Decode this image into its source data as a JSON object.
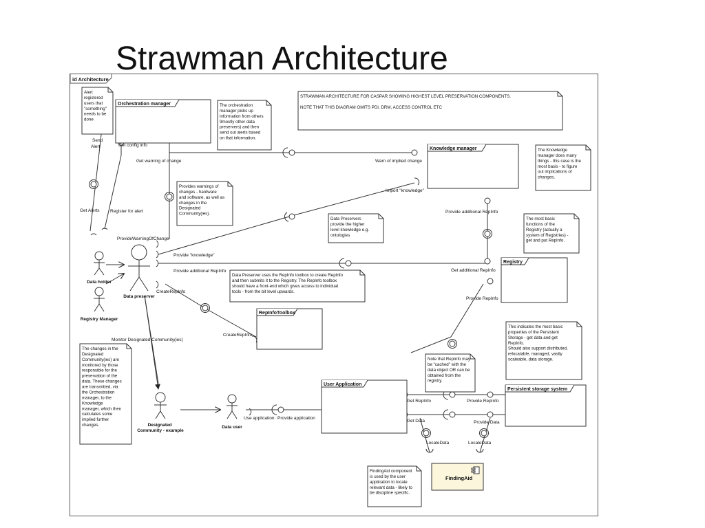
{
  "slide": {
    "title": "Strawman Architecture"
  },
  "frame": {
    "label": "id Architecture"
  },
  "components": {
    "orchestration_manager": "Orchestration manager",
    "knowledge_manager": "Knowledge manager",
    "registry": "Registry",
    "repinfo_toolbox": "RepInfoToolbox",
    "user_application": "User Application",
    "persistent_storage": "Persistent storage system",
    "finding_aid": "FindingAid"
  },
  "actors": {
    "data_holder": "Data holder",
    "registry_manager": "Registry Manager",
    "data_preserver": "Data preserver",
    "designated_community": [
      "Designated",
      "Community - example"
    ],
    "data_user": "Data user"
  },
  "interfaces": {
    "send_alert": [
      "Send",
      "Alert"
    ],
    "get_config_info": "Get config info",
    "get_warning_of_change": "Get warning of change",
    "warn_of_implied_change": "Warn of implied change",
    "import_knowledge": "Import \"knowledge\"",
    "get_alerts": "Get Alerts",
    "register_for_alert": "Register for alert",
    "provide_warning_of_change": "ProvideWarningOfChange",
    "provide_knowledge": "Provide \"knowledge\"",
    "provide_additional_repinfo_left": "Provide additional RepInfo",
    "provide_additional_repinfo_km": "Provide additional RepInfo",
    "get_additional_repinfo": "Get additional RepInfo",
    "create_repinfo_preserver": "CreateRepInfo",
    "create_repinfo_toolbox": "CreateRepInfo",
    "provide_repinfo_registry": "Provide RepInfo",
    "monitor_designated_community": "Monitor Designated Community(ies)",
    "use_application": "Use application",
    "provide_application": "Provide application",
    "get_repinfo": "Get RepInfo",
    "provide_repinfo_storage": "Provide RepInfo",
    "get_data": "Get Data",
    "provide_data": "Provide Data",
    "locate_data_left": "LocateData",
    "locate_data_right": "LocateData"
  },
  "notes": {
    "alert": [
      "Alert",
      "registered",
      "users that",
      "\"something\"",
      "needs to be",
      "done"
    ],
    "orchestration": [
      "The orchestration",
      "manager picks up",
      "information from others",
      "9mostly other data",
      "preservers) and then",
      "send out alerts based",
      "on that information."
    ],
    "strawman": [
      "STRAWMAN ARCHITECTURE FOR CASPAR SHOWING HIGHEST LEVEL PRESERVATION COMPONENTS.",
      "",
      "NOTE THAT THIS DIAGRAM OMITS PDI, DRM, ACCESS CONTROL ETC"
    ],
    "knowledge": [
      "The Knowledge",
      "manager does many",
      "things - this case is the",
      "most basis - to figure",
      "out implications of",
      "changes."
    ],
    "warnings": [
      "Provides warnings of",
      "changes - hardware",
      "and software, as well as",
      "changes in the",
      "Designated",
      "Community(ies)."
    ],
    "preservers": [
      "Data Preservers",
      "provide the higher",
      "level knowledge e.g.",
      "ontologies"
    ],
    "registry": [
      "The most basic",
      "functions of the",
      "Registry (actually a",
      "system of Registries) -",
      "get and put RepInfo."
    ],
    "toolbox": [
      "Data Preserver uses the RepInfo toolbox to create RepInfo",
      "and then submits it to the Registry. The RepInfo toolbox",
      "should have a front-end which gives access to individual",
      "tools - from the bit level upwards."
    ],
    "storage": [
      "This indicates the most basic",
      "properties of the Persistent",
      "Storage - get data and get",
      "RepInfo.",
      "Should also support distributed,",
      "relocatable, managed, vastly",
      "scaleable, data storage."
    ],
    "cached": [
      "Note that RepInfo may",
      "be \"cached\" with the",
      "data object OR can be",
      "obtained from the",
      "registry."
    ],
    "community": [
      "The changes in the",
      "Designated",
      "Community(ies) are",
      "monitored by those",
      "responsible for the",
      "preservation of the",
      "data. These changes",
      "are transmitted, via",
      "the Orchestration",
      "manager, to the",
      "Knowledge",
      "manager, which then",
      "calculates some",
      "implied further",
      "changes."
    ],
    "findingaid": [
      "FindingAid component",
      "is used by the user",
      "application to locate",
      "relevant data - likely to",
      "be discipline specific."
    ]
  }
}
